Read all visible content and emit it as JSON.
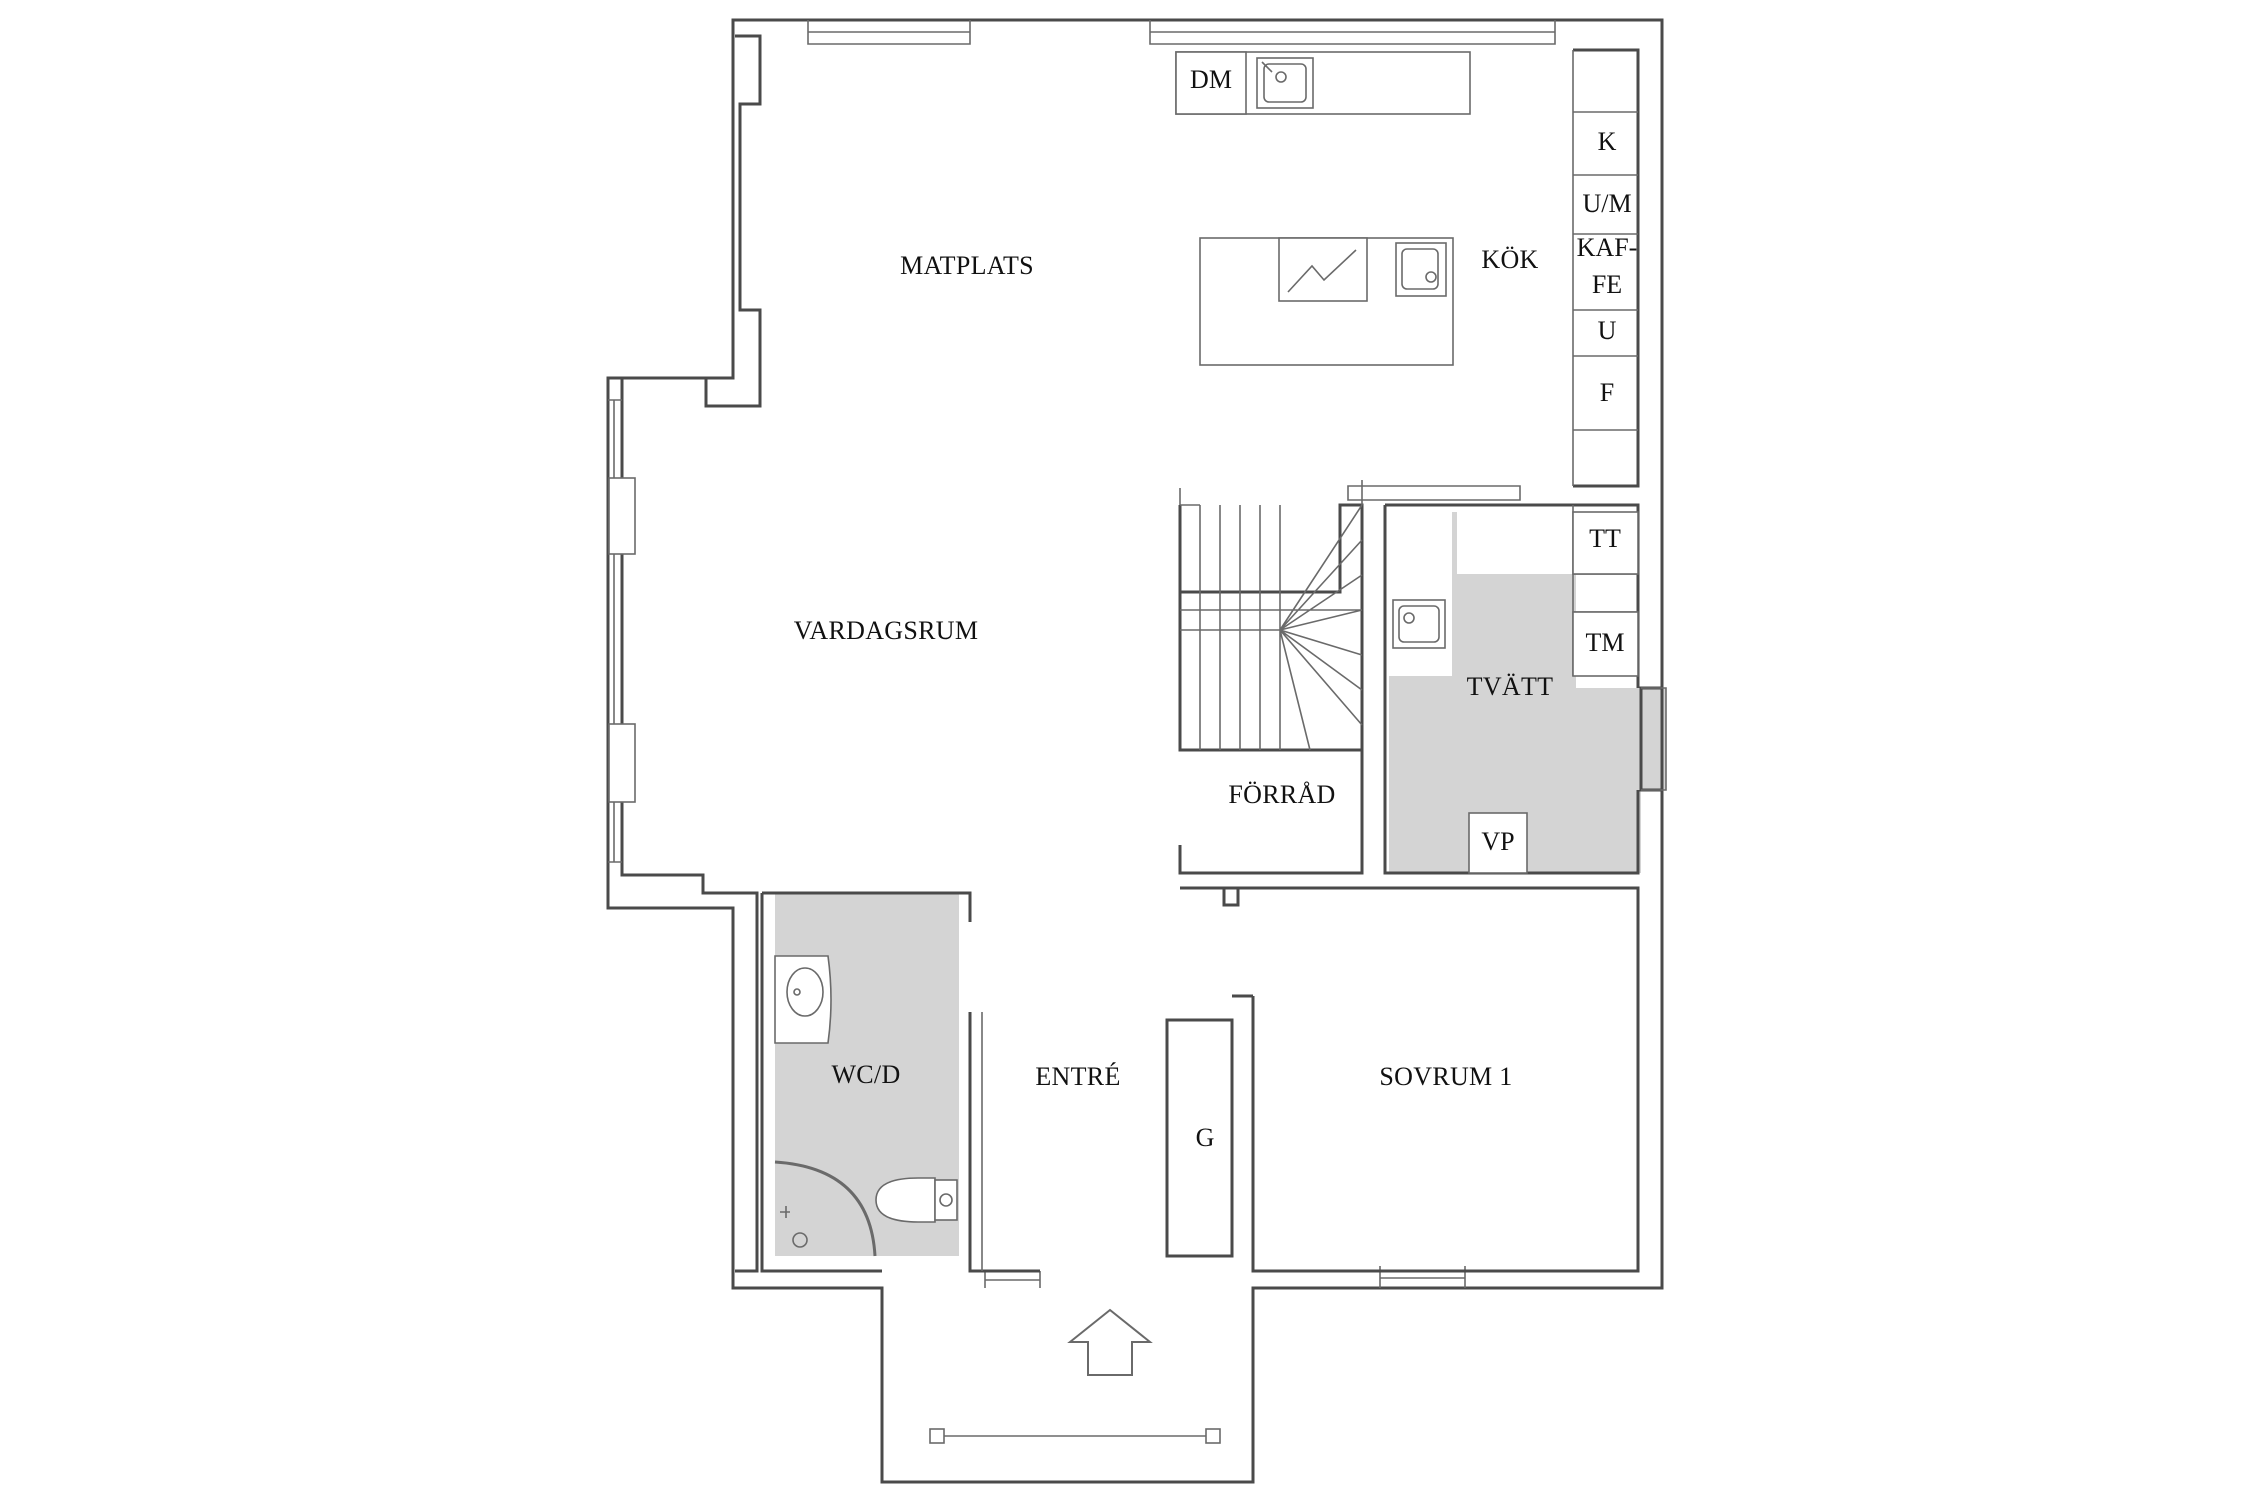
{
  "rooms": {
    "matplats": "MATPLATS",
    "kok": "KÖK",
    "vardagsrum": "VARDAGSRUM",
    "forrad": "FÖRRÅD",
    "tvatt": "TVÄTT",
    "wcd": "WC/D",
    "entre": "ENTRÉ",
    "sovrum1": "SOVRUM 1"
  },
  "appliances": {
    "dm": "DM",
    "k": "K",
    "um": "U/M",
    "kaffe_line1": "KAF-",
    "kaffe_line2": "FE",
    "u": "U",
    "f": "F",
    "tt": "TT",
    "tm": "TM",
    "vp": "VP",
    "g": "G"
  },
  "colors": {
    "wall": "#4a4a4a",
    "wet_area": "#d4d4d4",
    "background": "#ffffff"
  }
}
